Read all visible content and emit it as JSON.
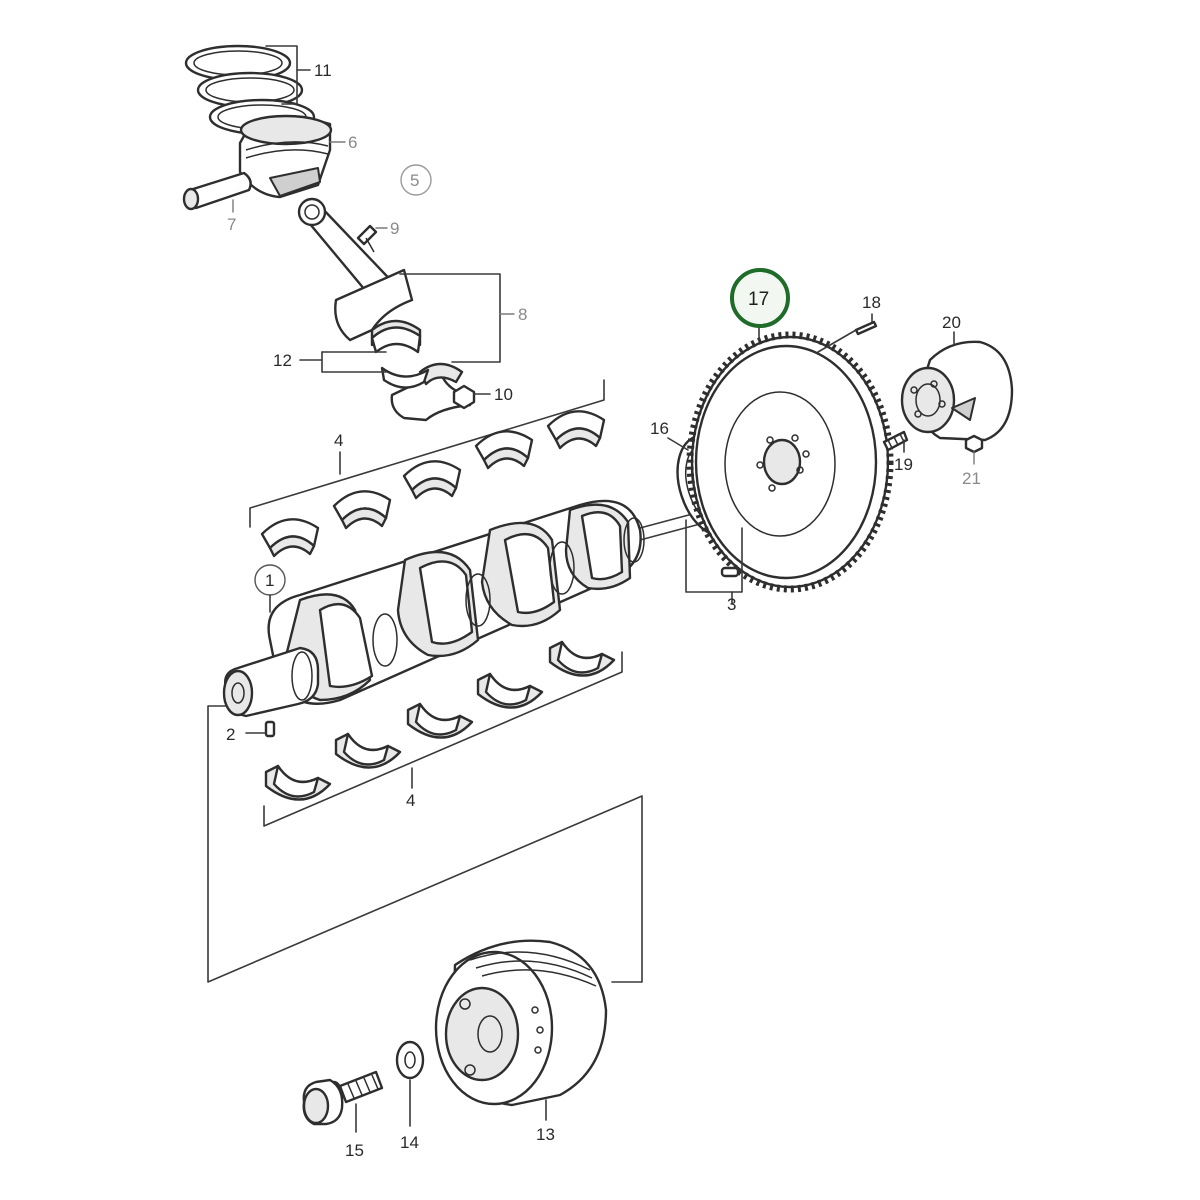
{
  "diagram": {
    "highlight_color": "#1f6b2a",
    "callouts": {
      "c1": "1",
      "c2": "2",
      "c3": "3",
      "c4a": "4",
      "c4b": "4",
      "c5": "5",
      "c6": "6",
      "c7": "7",
      "c8": "8",
      "c9": "9",
      "c10": "10",
      "c11": "11",
      "c12": "12",
      "c13": "13",
      "c14": "14",
      "c15": "15",
      "c16": "16",
      "c17": "17",
      "c18": "18",
      "c19": "19",
      "c20": "20",
      "c21": "21"
    }
  }
}
